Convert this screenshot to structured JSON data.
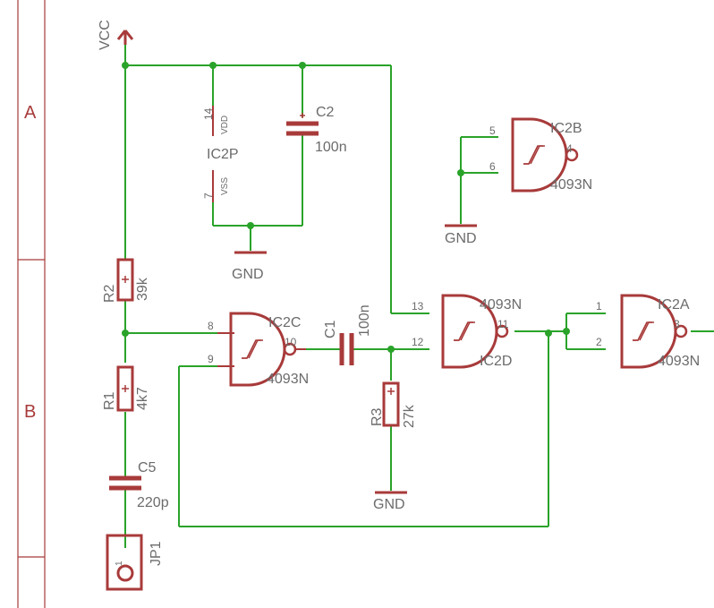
{
  "frame": {
    "zones": [
      "A",
      "B"
    ]
  },
  "supplies": {
    "vcc": "VCC",
    "gnd": "GND"
  },
  "components": {
    "r1": {
      "name": "R1",
      "value": "4k7"
    },
    "r2": {
      "name": "R2",
      "value": "39k"
    },
    "r3": {
      "name": "R3",
      "value": "27k"
    },
    "c1": {
      "name": "C1",
      "value": "100n"
    },
    "c2": {
      "name": "C2",
      "value": "100n"
    },
    "c5": {
      "name": "C5",
      "value": "220p"
    },
    "jp1": {
      "name": "JP1",
      "pin": "1"
    },
    "ic2p": {
      "name": "IC2P",
      "vdd_pin": "14",
      "vdd": "VDD",
      "vss_pin": "7",
      "vss": "VSS"
    },
    "ic2a": {
      "name": "IC2A",
      "value": "4093N",
      "pins": [
        "1",
        "2",
        "3"
      ]
    },
    "ic2b": {
      "name": "IC2B",
      "value": "4093N",
      "pins": [
        "5",
        "6",
        "4"
      ]
    },
    "ic2c": {
      "name": "IC2C",
      "value": "4093N",
      "pins": [
        "8",
        "9",
        "10"
      ]
    },
    "ic2d": {
      "name": "IC2D",
      "value": "4093N",
      "pins": [
        "13",
        "12",
        "11"
      ]
    }
  },
  "colors": {
    "component": "#a83a3a",
    "wire": "#2aa32a",
    "text": "#6b6b6b",
    "background": "#ffffff"
  }
}
